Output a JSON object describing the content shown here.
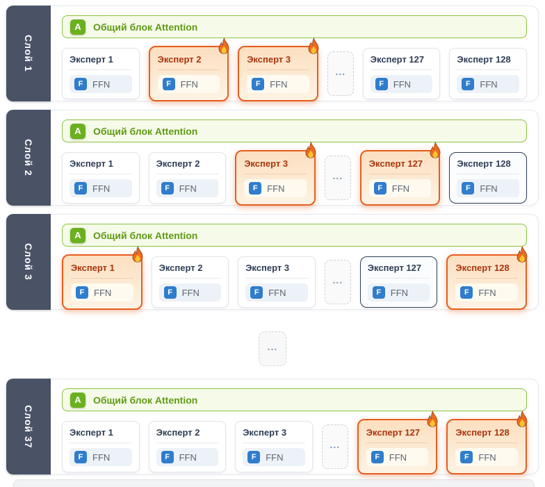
{
  "attention": {
    "badge": "A",
    "label": "Общий блок Attention"
  },
  "ffn": {
    "badge": "F",
    "label": "FFN"
  },
  "ellipsis": "...",
  "colors": {
    "sidebar": "#4a5366",
    "attention_border": "#8cc240",
    "attention_bg": "#f5fae9",
    "attention_text": "#5f9a15",
    "attention_badge_bg": "#6bb01f",
    "active_border": "#e65d1e",
    "active_title": "#a9350d",
    "normal_title": "#2e3d55",
    "outlined_border": "#2f3d57",
    "ffn_badge_bg": "#2f7dcc"
  },
  "layers": [
    {
      "label": "Слой 1",
      "experts": [
        {
          "title": "Эксперт 1",
          "state": "normal"
        },
        {
          "title": "Эксперт 2",
          "state": "active"
        },
        {
          "title": "Эксперт 3",
          "state": "active"
        },
        {
          "type": "ellipsis"
        },
        {
          "title": "Эксперт 127",
          "state": "normal"
        },
        {
          "title": "Эксперт 128",
          "state": "normal"
        }
      ]
    },
    {
      "label": "Слой 2",
      "experts": [
        {
          "title": "Эксперт 1",
          "state": "normal"
        },
        {
          "title": "Эксперт 2",
          "state": "normal"
        },
        {
          "title": "Эксперт 3",
          "state": "active"
        },
        {
          "type": "ellipsis"
        },
        {
          "title": "Эксперт 127",
          "state": "active"
        },
        {
          "title": "Эксперт 128",
          "state": "outlined"
        }
      ]
    },
    {
      "label": "Слой 3",
      "experts": [
        {
          "title": "Эксперт 1",
          "state": "active"
        },
        {
          "title": "Эксперт 2",
          "state": "normal"
        },
        {
          "title": "Эксперт 3",
          "state": "normal"
        },
        {
          "type": "ellipsis"
        },
        {
          "title": "Эксперт 127",
          "state": "outlined"
        },
        {
          "title": "Эксперт 128",
          "state": "active"
        }
      ]
    },
    {
      "label": "Слой 37",
      "experts": [
        {
          "title": "Эксперт 1",
          "state": "normal"
        },
        {
          "title": "Эксперт 2",
          "state": "normal"
        },
        {
          "title": "Эксперт 3",
          "state": "normal"
        },
        {
          "type": "ellipsis"
        },
        {
          "title": "Эксперт 127",
          "state": "active"
        },
        {
          "title": "Эксперт 128",
          "state": "active"
        }
      ]
    }
  ]
}
